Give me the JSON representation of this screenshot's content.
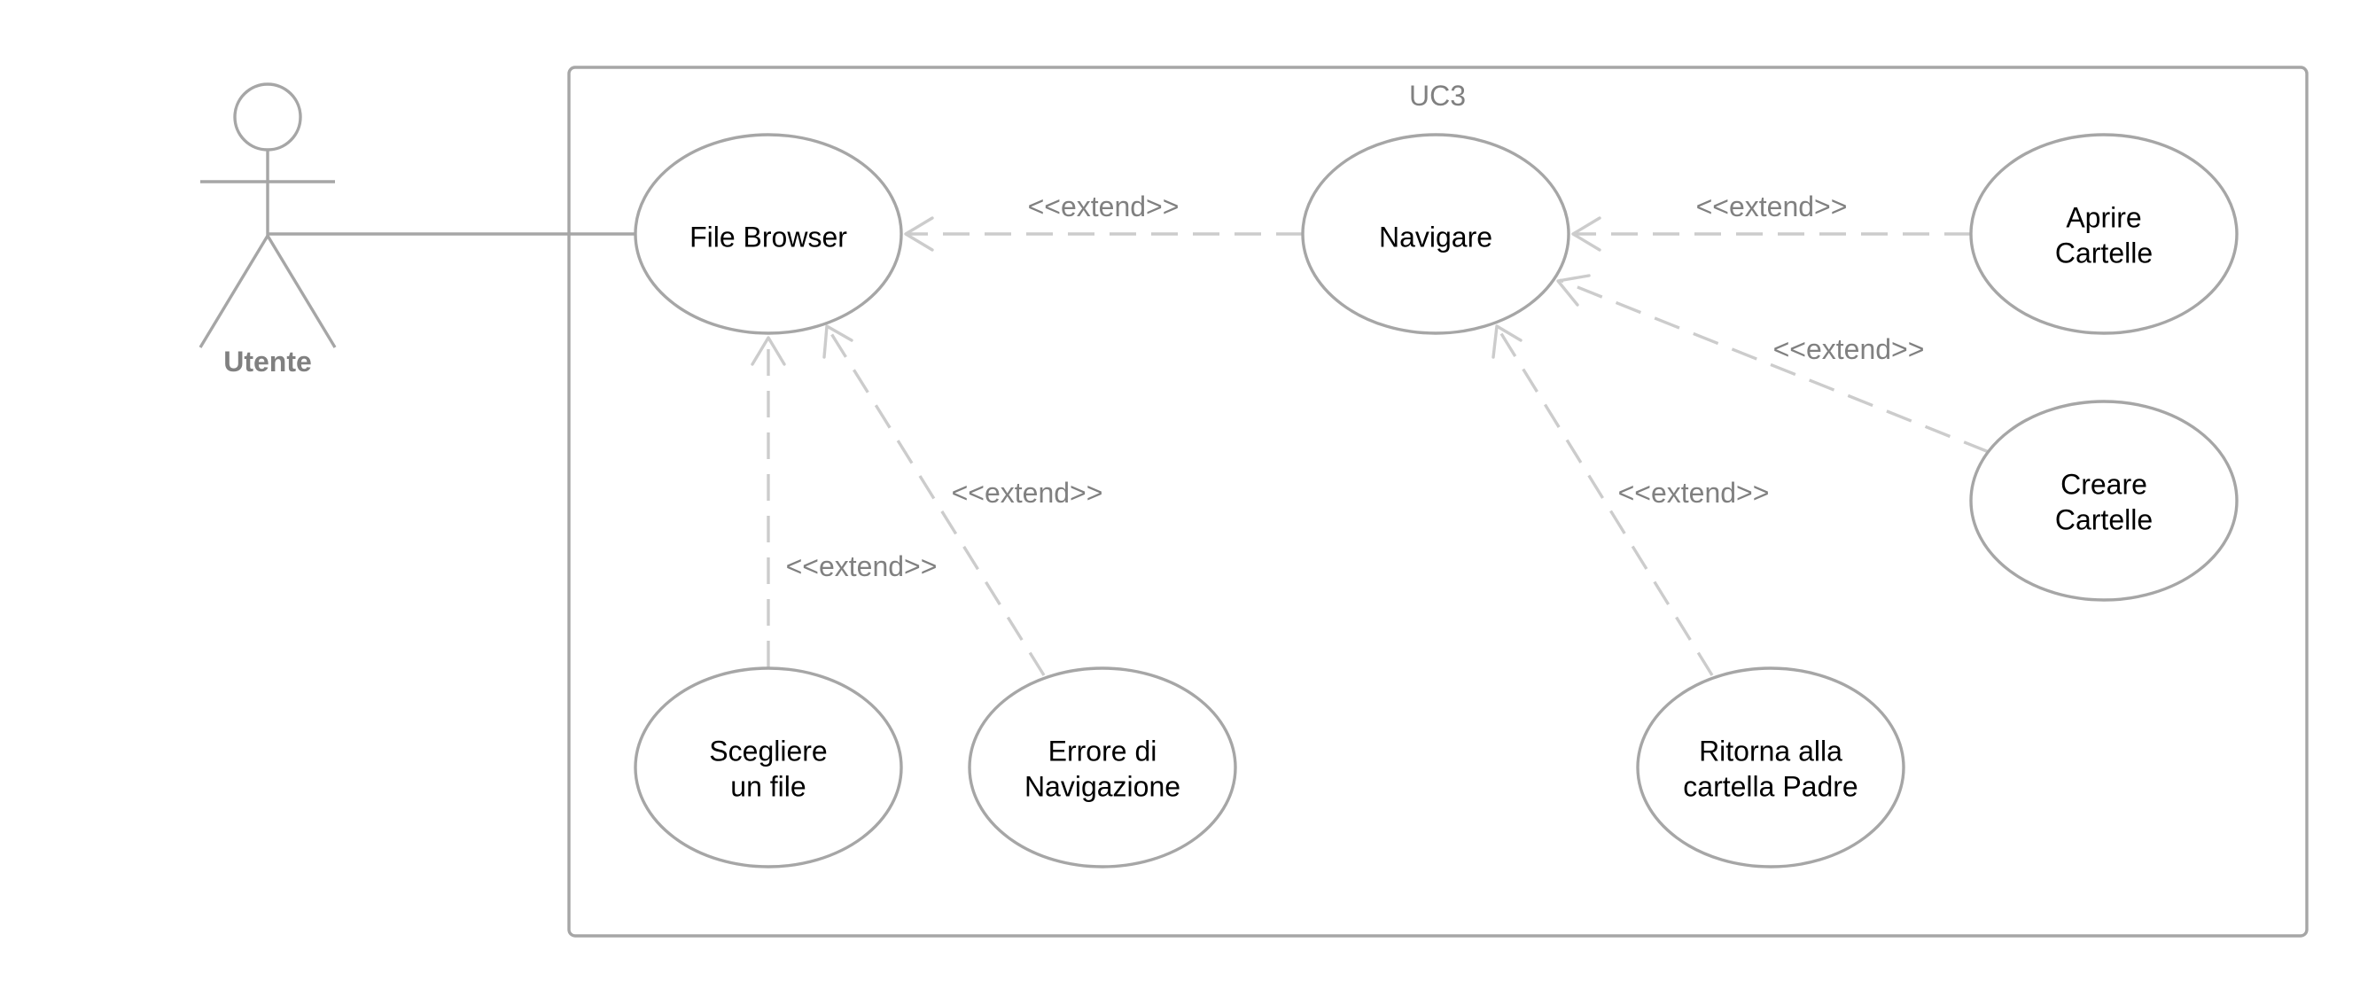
{
  "diagram": {
    "type": "use-case",
    "boundary_title": "UC3",
    "actor": {
      "name": "Utente"
    },
    "use_cases": {
      "file_browser": "File Browser",
      "navigare": "Navigare",
      "aprire_line1": "Aprire",
      "aprire_line2": "Cartelle",
      "creare_line1": "Creare",
      "creare_line2": "Cartelle",
      "scegliere_line1": "Scegliere",
      "scegliere_line2": "un file",
      "errore_line1": "Errore di",
      "errore_line2": "Navigazione",
      "ritorna_line1": "Ritorna alla",
      "ritorna_line2": "cartella Padre"
    },
    "relations": [
      {
        "type": "association",
        "from": "Utente",
        "to": "File Browser",
        "label": ""
      },
      {
        "type": "extend",
        "from": "Navigare",
        "to": "File Browser",
        "label": "<<extend>>"
      },
      {
        "type": "extend",
        "from": "Aprire Cartelle",
        "to": "Navigare",
        "label": "<<extend>>"
      },
      {
        "type": "extend",
        "from": "Creare Cartelle",
        "to": "Navigare",
        "label": "<<extend>>"
      },
      {
        "type": "extend",
        "from": "Ritorna alla cartella Padre",
        "to": "Navigare",
        "label": "<<extend>>"
      },
      {
        "type": "extend",
        "from": "Scegliere un file",
        "to": "File Browser",
        "label": "<<extend>>"
      },
      {
        "type": "extend",
        "from": "Errore di Navigazione",
        "to": "File Browser",
        "label": "<<extend>>"
      }
    ],
    "colors": {
      "outline": "#a6a6a6",
      "dashed_line": "#cccccc",
      "label_text": "#808080",
      "use_case_text": "#000000"
    }
  }
}
